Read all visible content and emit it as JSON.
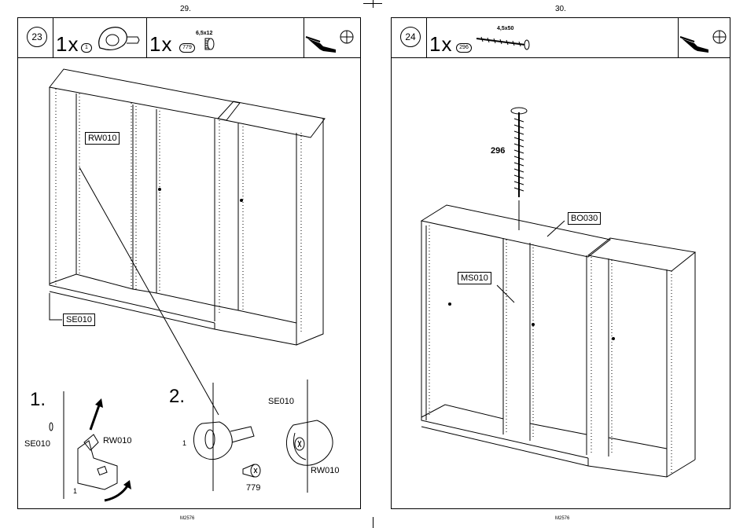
{
  "left": {
    "page_number": "29.",
    "footer_code": "M2576",
    "step": "23",
    "parts": [
      {
        "qty": "1x",
        "badge": "1"
      },
      {
        "qty": "1x",
        "badge": "779",
        "spec": "6,5x12"
      }
    ],
    "tool": "screwdriver-phillips-icon",
    "labels": {
      "top": "RW010",
      "bottom": "SE010"
    },
    "detail1": {
      "number": "1.",
      "left": "SE010",
      "right": "RW010",
      "part": "1"
    },
    "detail2": {
      "number": "2.",
      "part": "1",
      "screw": "779",
      "top_right": "SE010",
      "bottom_right": "RW010"
    }
  },
  "right": {
    "page_number": "30.",
    "footer_code": "M2576",
    "step": "24",
    "parts": [
      {
        "qty": "1x",
        "badge": "296",
        "spec": "4,5x50"
      }
    ],
    "tool": "screwdriver-phillips-icon",
    "screw_label": "296",
    "labels": {
      "top": "BO030",
      "mid": "MS010"
    }
  }
}
